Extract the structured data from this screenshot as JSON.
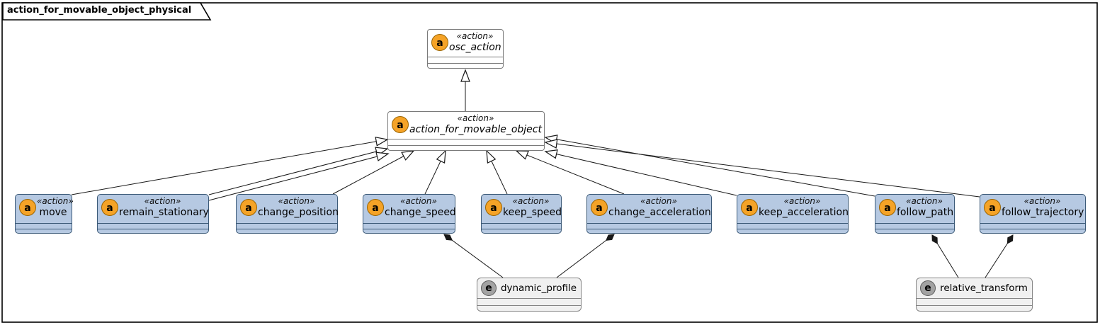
{
  "frame": {
    "title": "action_for_movable_object_physical"
  },
  "badges": {
    "action": "a",
    "entity": "e"
  },
  "parents": {
    "osc_action": {
      "stereotype": "«action»",
      "name": "osc_action",
      "abstract": true
    },
    "action_for_movable_object": {
      "stereotype": "«action»",
      "name": "action_for_movable_object",
      "abstract": true
    }
  },
  "children": [
    {
      "stereotype": "«action»",
      "name": "move"
    },
    {
      "stereotype": "«action»",
      "name": "remain_stationary"
    },
    {
      "stereotype": "«action»",
      "name": "change_position"
    },
    {
      "stereotype": "«action»",
      "name": "change_speed"
    },
    {
      "stereotype": "«action»",
      "name": "keep_speed"
    },
    {
      "stereotype": "«action»",
      "name": "change_acceleration"
    },
    {
      "stereotype": "«action»",
      "name": "keep_acceleration"
    },
    {
      "stereotype": "«action»",
      "name": "follow_path"
    },
    {
      "stereotype": "«action»",
      "name": "follow_trajectory"
    }
  ],
  "entities": [
    {
      "name": "dynamic_profile"
    },
    {
      "name": "relative_transform"
    }
  ],
  "relationships": {
    "generalizations": [
      {
        "child": "action_for_movable_object",
        "parent": "osc_action"
      },
      {
        "child": "move",
        "parent": "action_for_movable_object"
      },
      {
        "child": "remain_stationary",
        "parent": "action_for_movable_object"
      },
      {
        "child": "change_position",
        "parent": "action_for_movable_object"
      },
      {
        "child": "change_speed",
        "parent": "action_for_movable_object"
      },
      {
        "child": "keep_speed",
        "parent": "action_for_movable_object"
      },
      {
        "child": "change_acceleration",
        "parent": "action_for_movable_object"
      },
      {
        "child": "keep_acceleration",
        "parent": "action_for_movable_object"
      },
      {
        "child": "follow_path",
        "parent": "action_for_movable_object"
      },
      {
        "child": "follow_trajectory",
        "parent": "action_for_movable_object"
      }
    ],
    "compositions": [
      {
        "whole": "change_speed",
        "part": "dynamic_profile"
      },
      {
        "whole": "change_acceleration",
        "part": "dynamic_profile"
      },
      {
        "whole": "follow_path",
        "part": "relative_transform"
      },
      {
        "whole": "follow_trajectory",
        "part": "relative_transform"
      }
    ]
  },
  "colors": {
    "action_class_fill": "#B6C9E2",
    "action_class_border": "#3C5A78",
    "abstract_class_fill": "#FFFFFF",
    "entity_fill": "#F0F0F0",
    "badge_action_fill": "#F5A327",
    "badge_entity_fill": "#A3A3A3",
    "edge_line": "#181818"
  }
}
